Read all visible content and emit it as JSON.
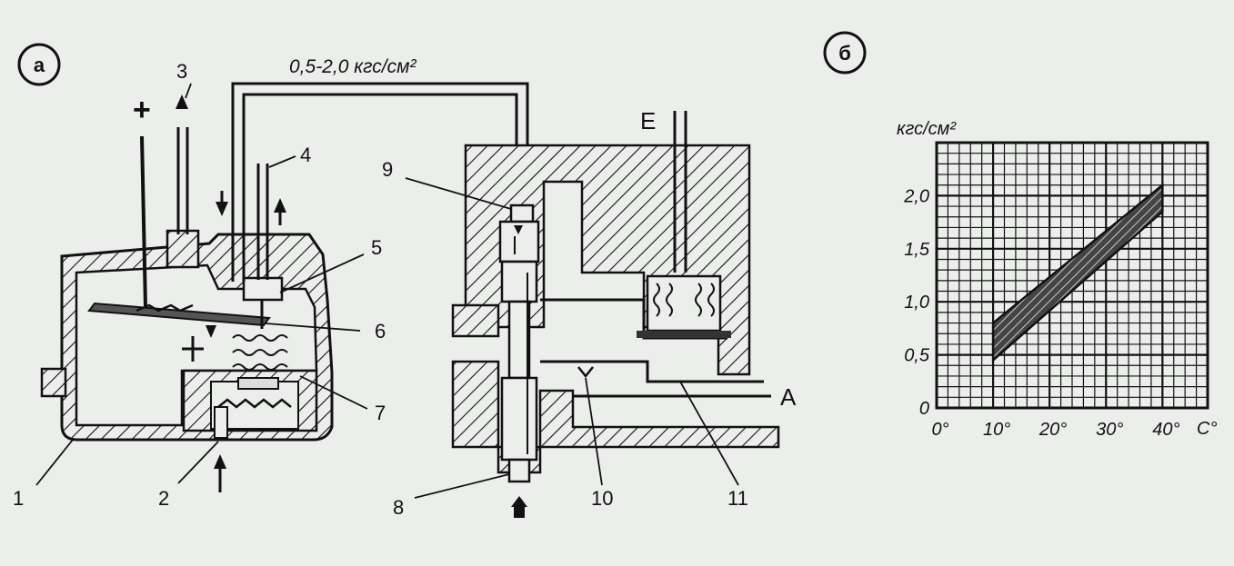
{
  "panel_a": {
    "badge": "а",
    "pressure_label": "0,5-2,0 кгс/см²",
    "plus": "+",
    "callouts": [
      "1",
      "2",
      "3",
      "4",
      "5",
      "6",
      "7",
      "8",
      "9",
      "10",
      "11"
    ],
    "port_e": "E",
    "port_a": "A"
  },
  "panel_b": {
    "badge": "б",
    "y_unit": "кгс/см²",
    "x_unit": "С°",
    "y_ticks": [
      "0",
      "0,5",
      "1,0",
      "1,5",
      "2,0"
    ],
    "x_ticks": [
      "0°",
      "10°",
      "20°",
      "30°",
      "40°"
    ]
  },
  "chart_data": {
    "type": "area",
    "xlabel": "С°",
    "ylabel": "кгс/см²",
    "xlim": [
      0,
      48
    ],
    "ylim": [
      0,
      2.5
    ],
    "grid": true,
    "x": [
      10,
      40
    ],
    "lower": [
      0.45,
      1.85
    ],
    "upper": [
      0.8,
      2.1
    ]
  },
  "colors": {
    "ink": "#111111",
    "paper": "#eceeec"
  }
}
